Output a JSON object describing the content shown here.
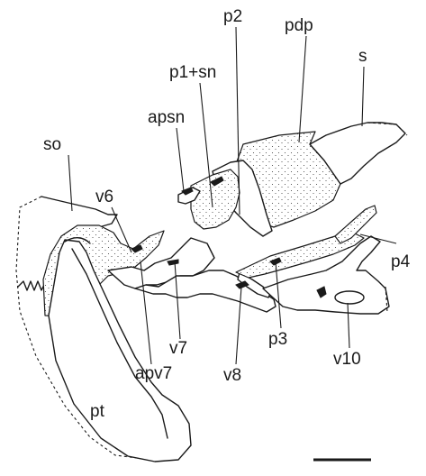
{
  "figure": {
    "labels": {
      "so": "so",
      "apsn": "apsn",
      "p1_sn": "p1+sn",
      "p2": "p2",
      "pdp": "pdp",
      "s": "s",
      "v6": "v6",
      "p4": "p4",
      "v7": "v7",
      "apv7": "apv7",
      "v8": "v8",
      "p3": "p3",
      "v10": "v10",
      "pt": "pt"
    }
  }
}
